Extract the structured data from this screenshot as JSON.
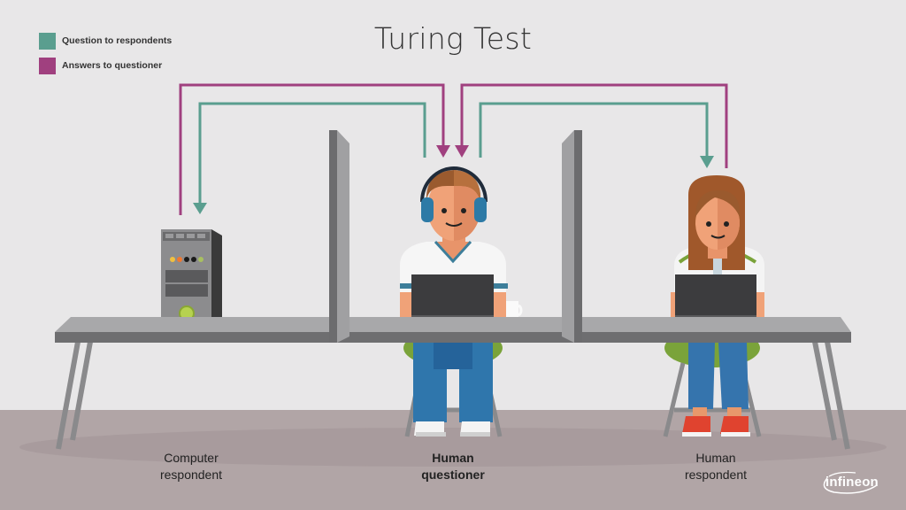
{
  "title": "Turing Test",
  "legend": [
    {
      "label": "Question to respondents",
      "color": "#5a9e8f"
    },
    {
      "label": "Answers to questioner",
      "color": "#a0407f"
    }
  ],
  "roles": {
    "left": {
      "line1": "Computer",
      "line2": "respondent"
    },
    "center": {
      "line1": "Human",
      "line2": "questioner"
    },
    "right": {
      "line1": "Human",
      "line2": "respondent"
    }
  },
  "brand": {
    "logo_text": "infineon"
  },
  "colors": {
    "question_arrow": "#5a9e8f",
    "answer_arrow": "#a0407f",
    "background": "#e8e7e8",
    "floor": "#b1a5a6"
  }
}
